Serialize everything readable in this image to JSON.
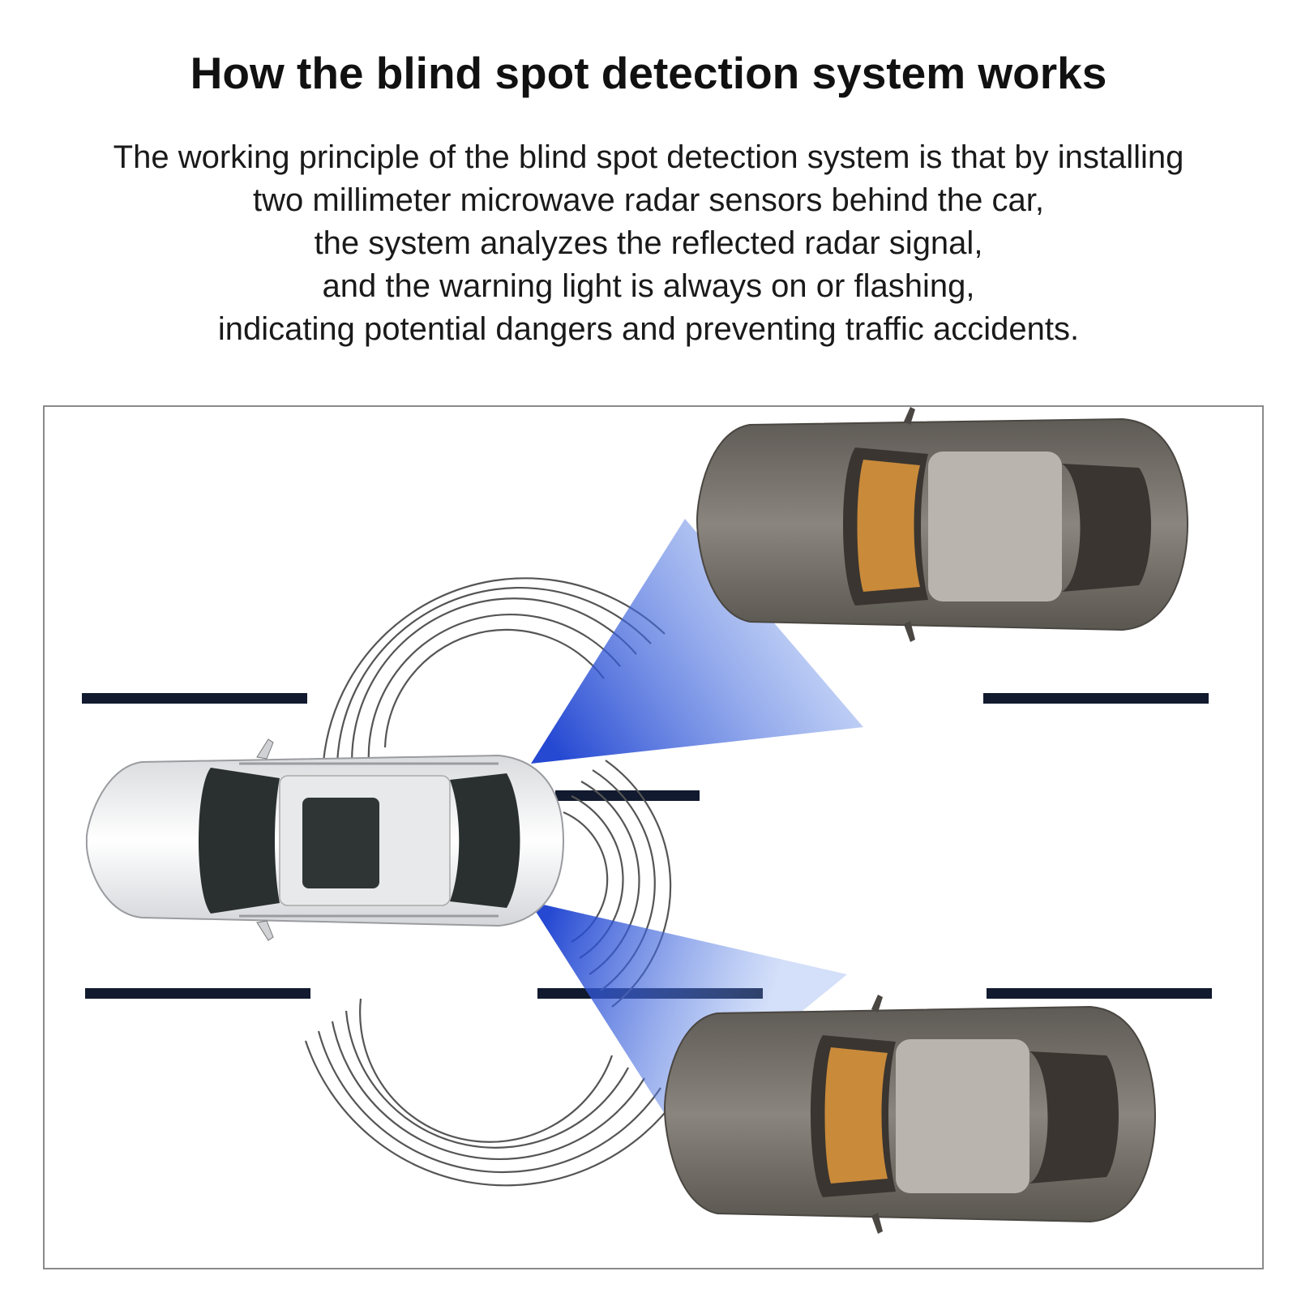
{
  "title": "How the blind spot detection system works",
  "description": {
    "lines": [
      "The working principle of the blind spot detection system is that by installing",
      "two millimeter microwave radar sensors behind the car,",
      "the system analyzes the reflected radar signal,",
      "and the warning light is always on or flashing,",
      "indicating potential dangers and preventing traffic accidents."
    ]
  },
  "diagram": {
    "colors": {
      "radar_beam": "#1f4fd8",
      "lane_marking": "#111a2e",
      "ego_car_body": "#f2f3f5",
      "ego_car_glass": "#2a3030",
      "other_car_body": "#6e6a64",
      "other_car_glass": "#3a3530",
      "other_car_interior": "#c98a3a",
      "wave_lines": "#555555"
    },
    "icons": [
      "white-car-icon",
      "gray-car-icon",
      "radar-beam-icon",
      "radar-wave-icon"
    ]
  }
}
